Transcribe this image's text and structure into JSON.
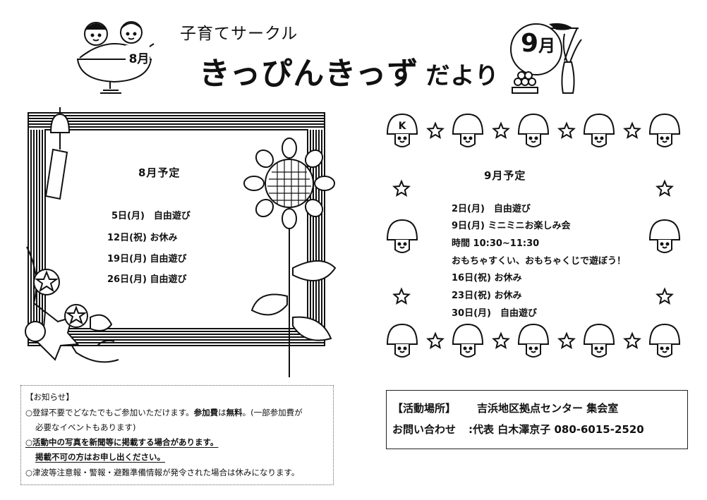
{
  "header": {
    "circle_name": "子育てサークル",
    "title_main": "きっぴんきっず",
    "title_sub": "だより",
    "aug_badge": "8月",
    "sep_badge_num": "9",
    "sep_badge_month": "月"
  },
  "august": {
    "heading": "8月予定",
    "items": [
      "5日(月)　自由遊び",
      "12日(祝) お休み",
      "19日(月) 自由遊び",
      "26日(月) 自由遊び"
    ]
  },
  "september": {
    "heading": "9月予定",
    "items": [
      "2日(月)　自由遊び",
      "9日(月) ミニミニお楽しみ会",
      "時間 10:30~11:30",
      "おもちゃすくい、おもちゃくじで遊ぼう！",
      "16日(祝) お休み",
      "23日(祝) お休み",
      "30日(月)　自由遊び"
    ],
    "mushroom_cap_letter": "K"
  },
  "notice": {
    "heading": "【お知らせ】",
    "line1_a": "○登録不要でどなたでもご参加いただけます。",
    "line1_b": "参加費",
    "line1_c": "は",
    "line1_d": "無料",
    "line1_e": "。(一部参加費が",
    "line2": "必要なイベントもあります)",
    "line3": "○活動中の写真を新聞等に掲載する場合があります。",
    "line4": "掲載不可の方はお申し出ください。",
    "line5": "○津波等注意報・警報・避難準備情報が発令された場合は休みになります。"
  },
  "info": {
    "place_label": "【活動場所】",
    "place_value": "吉浜地区拠点センター 集会室",
    "contact_label": "お問い合わせ",
    "contact_value": ":代表 白木澤京子 080-6015-2520"
  },
  "icons": [
    "kids-shaved-ice-icon",
    "moon-viewing-icon",
    "sunflower-icon",
    "wind-chime-icon",
    "morning-glory-icon",
    "mushroom-icon",
    "star-icon"
  ]
}
